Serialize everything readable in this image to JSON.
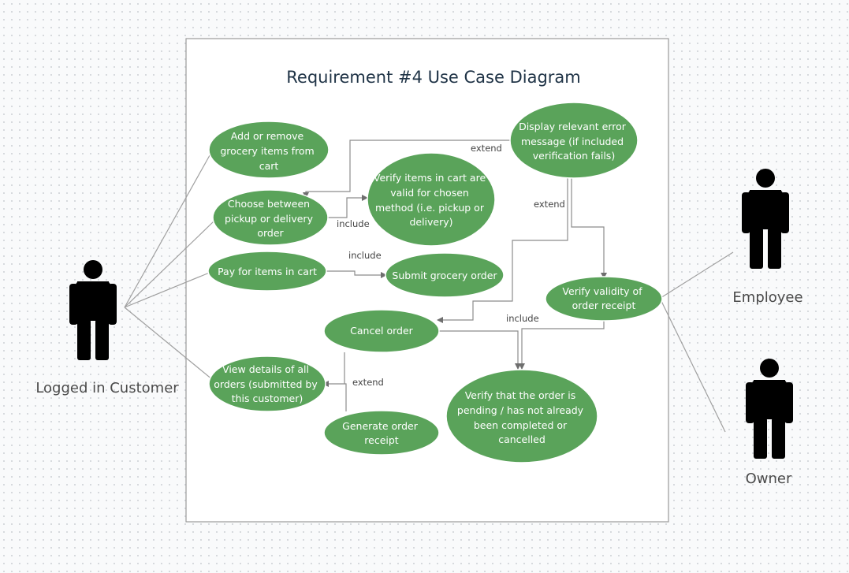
{
  "diagram": {
    "title": "Requirement #4 Use Case Diagram",
    "actors": {
      "customer": {
        "label": "Logged in Customer"
      },
      "employee": {
        "label": "Employee"
      },
      "owner": {
        "label": "Owner"
      }
    },
    "use_cases": {
      "add_remove": {
        "lines": [
          "Add or remove",
          "grocery items from",
          "cart"
        ]
      },
      "choose": {
        "lines": [
          "Choose between",
          "pickup or delivery",
          "order"
        ]
      },
      "pay": {
        "lines": [
          "Pay for items in cart"
        ]
      },
      "view_details": {
        "lines": [
          "View details of all",
          "orders (submitted by",
          "this customer)"
        ]
      },
      "verify_items": {
        "lines": [
          "Verify items in cart are",
          "valid for chosen",
          "method (i.e. pickup or",
          "delivery)"
        ]
      },
      "submit": {
        "lines": [
          "Submit grocery order"
        ]
      },
      "display_error": {
        "lines": [
          "Display relevant error",
          "message (if included",
          "verification fails)"
        ]
      },
      "verify_receipt": {
        "lines": [
          "Verify validity of",
          "order receipt"
        ]
      },
      "cancel": {
        "lines": [
          "Cancel order"
        ]
      },
      "generate": {
        "lines": [
          "Generate order",
          "receipt"
        ]
      },
      "verify_pending": {
        "lines": [
          "Verify that the order is",
          "pending / has not already",
          "been completed or",
          "cancelled"
        ]
      }
    },
    "relations": {
      "extend_error_choose": "extend",
      "include_choose_verify": "include",
      "include_pay_submit": "include",
      "extend_error_cancel": "extend",
      "include_to_pending": "include",
      "extend_generate_view": "extend"
    },
    "colors": {
      "use_case_fill": "#5aa35a",
      "frame_stroke": "#9a9a9a",
      "connector": "#8c8c8c",
      "title_text": "#1f3346"
    }
  }
}
